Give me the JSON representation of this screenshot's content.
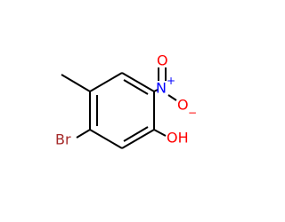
{
  "molecule": {
    "atoms": {
      "nitrogen": {
        "symbol": "N",
        "charge": "+",
        "color": "#0000ff"
      },
      "oxygen_double": {
        "symbol": "O",
        "color": "#ff0000"
      },
      "oxygen_single": {
        "symbol": "O",
        "charge": "−",
        "color": "#ff0000"
      },
      "hydroxyl": {
        "symbol": "OH",
        "color": "#ff0000"
      },
      "bromine": {
        "symbol": "Br",
        "color": "#a52a2a"
      }
    },
    "bond_color": "#000000",
    "background": "#ffffff"
  }
}
